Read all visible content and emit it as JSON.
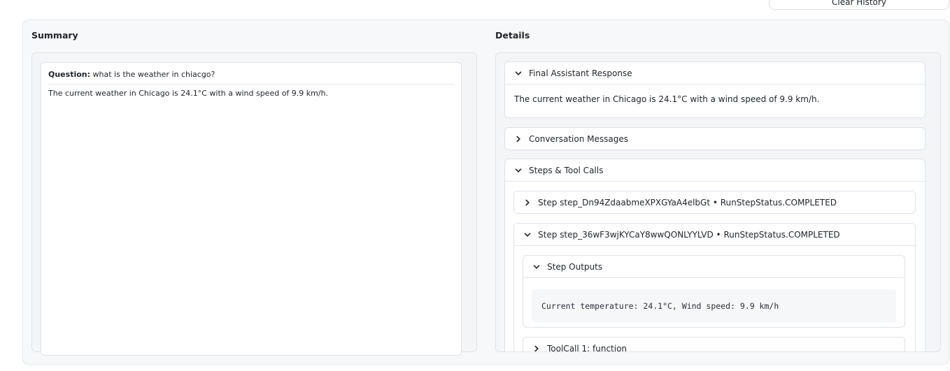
{
  "toolbar": {
    "clear_label": "Clear History"
  },
  "summary": {
    "title": "Summary",
    "question_label": "Question:",
    "question_text": " what is the weather in chiacgo?",
    "answer_text": "The current weather in Chicago is 24.1°C with a wind speed of 9.9 km/h."
  },
  "details": {
    "title": "Details",
    "final_response": {
      "label": "Final Assistant Response",
      "text": "The current weather in Chicago is 24.1°C with a wind speed of 9.9 km/h."
    },
    "conversation": {
      "label": "Conversation Messages"
    },
    "steps": {
      "label": "Steps & Tool Calls",
      "step1": {
        "label": "Step step_Dn94ZdaabmeXPXGYaA4elbGt • RunStepStatus.COMPLETED"
      },
      "step2": {
        "label": "Step step_36wF3wjKYCaY8wwQONLYYLVD • RunStepStatus.COMPLETED",
        "outputs": {
          "label": "Step Outputs",
          "text": "Current temperature: 24.1°C, Wind speed: 9.9 km/h"
        },
        "toolcall": {
          "label": "ToolCall 1: function"
        }
      }
    }
  }
}
